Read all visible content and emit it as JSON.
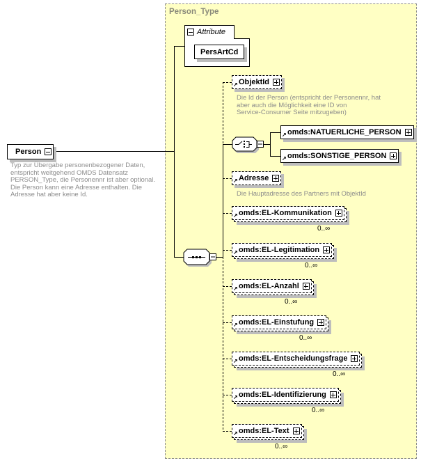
{
  "root": {
    "name": "Person",
    "description": [
      "Typ zur Übergabe personenbezogener Daten,",
      "entspricht weitgehend OMDS Datensatz",
      "PERSON_Type, die Personennr ist aber optional.",
      "Die Person kann eine Adresse enthalten. Die",
      "Adresse hat aber keine Id."
    ]
  },
  "type": {
    "name": "Person_Type",
    "attributes_label": "Attribute",
    "attributes": [
      "PersArtCd"
    ]
  },
  "sequence_icon": "sequence-compositor-icon",
  "choice_icon": "choice-compositor-icon",
  "elements": {
    "objektid": {
      "name": "ObjektId",
      "description": [
        "Die Id der Person (entspricht der Personennr, hat",
        "aber auch die Möglichkeit eine ID von",
        "Service-Consumer Seite mitzugeben)"
      ]
    },
    "choice": [
      {
        "name": "omds:NATUERLICHE_PERSON"
      },
      {
        "name": "omds:SONSTIGE_PERSON"
      }
    ],
    "adresse": {
      "name": "Adresse",
      "description": [
        "Die Hauptadresse des Partners mit ObjektId"
      ]
    },
    "repeated": [
      {
        "name": "omds:EL-Kommunikation",
        "occurs": "0..∞"
      },
      {
        "name": "omds:EL-Legitimation",
        "occurs": "0..∞"
      },
      {
        "name": "omds:EL-Anzahl",
        "occurs": "0..∞"
      },
      {
        "name": "omds:EL-Einstufung",
        "occurs": "0..∞"
      },
      {
        "name": "omds:EL-Entscheidungsfrage",
        "occurs": "0..∞"
      },
      {
        "name": "omds:EL-Identifizierung",
        "occurs": "0..∞"
      },
      {
        "name": "omds:EL-Text",
        "occurs": "0..∞"
      }
    ]
  }
}
